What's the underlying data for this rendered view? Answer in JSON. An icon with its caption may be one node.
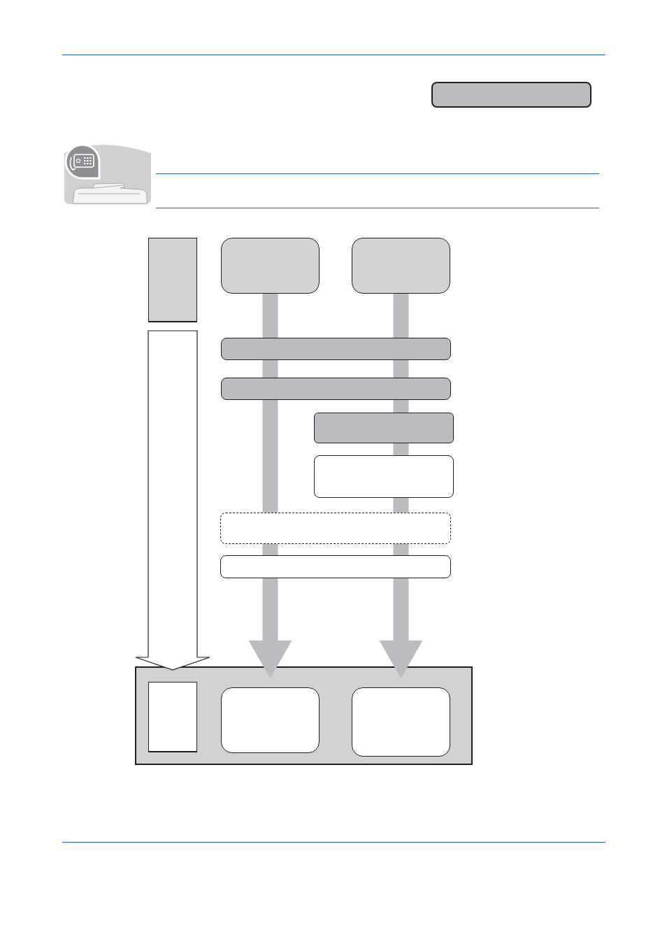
{
  "diagram": {
    "nodes": [
      {
        "text": [],
        "shape": "box"
      },
      {
        "text": [],
        "shape": "box"
      },
      {
        "text": [],
        "shape": "box"
      },
      {
        "text": [],
        "shape": "box"
      },
      {
        "text": [],
        "shape": "box"
      },
      {
        "text": [],
        "shape": "box"
      },
      {
        "text": [],
        "shape": "box"
      },
      {
        "text": [],
        "shape": "box"
      },
      {
        "text": [],
        "shape": "box"
      },
      {
        "text": [],
        "shape": "box"
      },
      {
        "text": [],
        "shape": "box"
      },
      {
        "text": [],
        "shape": "box",
        "in": 10
      },
      {
        "text": [],
        "shape": "box",
        "in": 10
      },
      {
        "text": [],
        "shape": "box",
        "in": 10
      }
    ],
    "edges": [
      {
        "from": 1,
        "to": 10,
        "arrow": "to",
        "style": "thick"
      },
      {
        "from": 2,
        "to": 12,
        "arrow": "to",
        "style": "thick",
        "color": "#bbbcc0"
      },
      {
        "from": 3,
        "to": 13,
        "arrow": "to",
        "style": "thick",
        "color": "#bbbcc0"
      }
    ]
  }
}
